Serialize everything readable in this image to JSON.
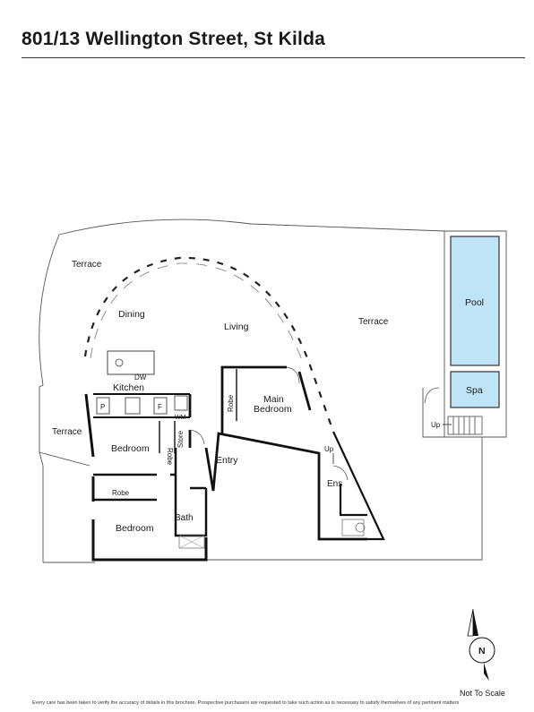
{
  "header": {
    "title": "801/13 Wellington Street, St Kilda"
  },
  "rooms": {
    "terrace_northwest": "Terrace",
    "dining": "Dining",
    "living": "Living",
    "terrace_east": "Terrace",
    "pool": "Pool",
    "spa": "Spa",
    "dw": "DW",
    "kitchen": "Kitchen",
    "main_bedroom_line1": "Main",
    "main_bedroom_line2": "Bedroom",
    "robe_main": "Robe",
    "pantry": "P",
    "fridge": "F",
    "wm": "WM",
    "terrace_west": "Terrace",
    "bedroom1": "Bedroom",
    "robe_bed1": "Robe",
    "store": "Store",
    "entry": "Entry",
    "up_entry": "Up",
    "up_pool": "Up",
    "ens": "Ens",
    "robe_bed2": "Robe",
    "bath": "Bath",
    "bedroom2": "Bedroom"
  },
  "compass": {
    "letter": "N"
  },
  "footer": {
    "scale_note": "Not To Scale",
    "disclaimer": "Every care has been taken to verify the accuracy of details in this brochure. Prospective purchasers are requested to take such action as is necessary to satisfy themselves of any pertinent matters"
  }
}
